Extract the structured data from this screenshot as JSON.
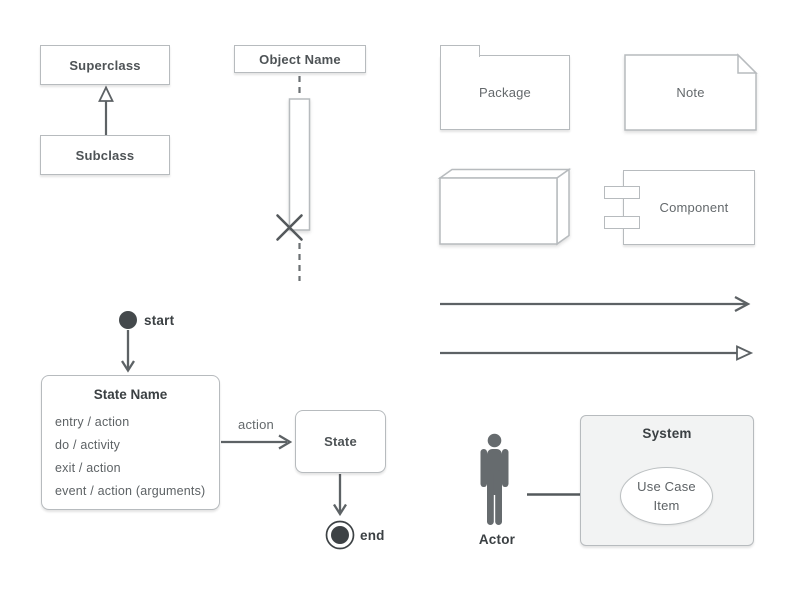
{
  "colors": {
    "shape_border": "#b7bbbe",
    "shape_fill": "#ffffff",
    "system_fill": "#f2f3f3",
    "connector_gray": "#5d6265",
    "connector_dark": "#54595c",
    "text_gray": "#64696c",
    "text_strong": "#3b4043",
    "actor_fill": "#666b6e",
    "state_node_fill": "#44494c"
  },
  "class_diagram": {
    "superclass_label": "Superclass",
    "subclass_label": "Subclass"
  },
  "sequence_diagram": {
    "object_label": "Object Name"
  },
  "shapes": {
    "package_label": "Package",
    "note_label": "Note",
    "component_label": "Component"
  },
  "state_diagram": {
    "start_label": "start",
    "state_name_title": "State Name",
    "state_features": [
      "entry / action",
      "do / activity",
      "exit / action",
      "event / action (arguments)"
    ],
    "transition_label": "action",
    "simple_state_label": "State",
    "end_label": "end"
  },
  "use_case_diagram": {
    "actor_label": "Actor",
    "system_title": "System",
    "use_case_lines": [
      "Use Case",
      "Item"
    ]
  }
}
